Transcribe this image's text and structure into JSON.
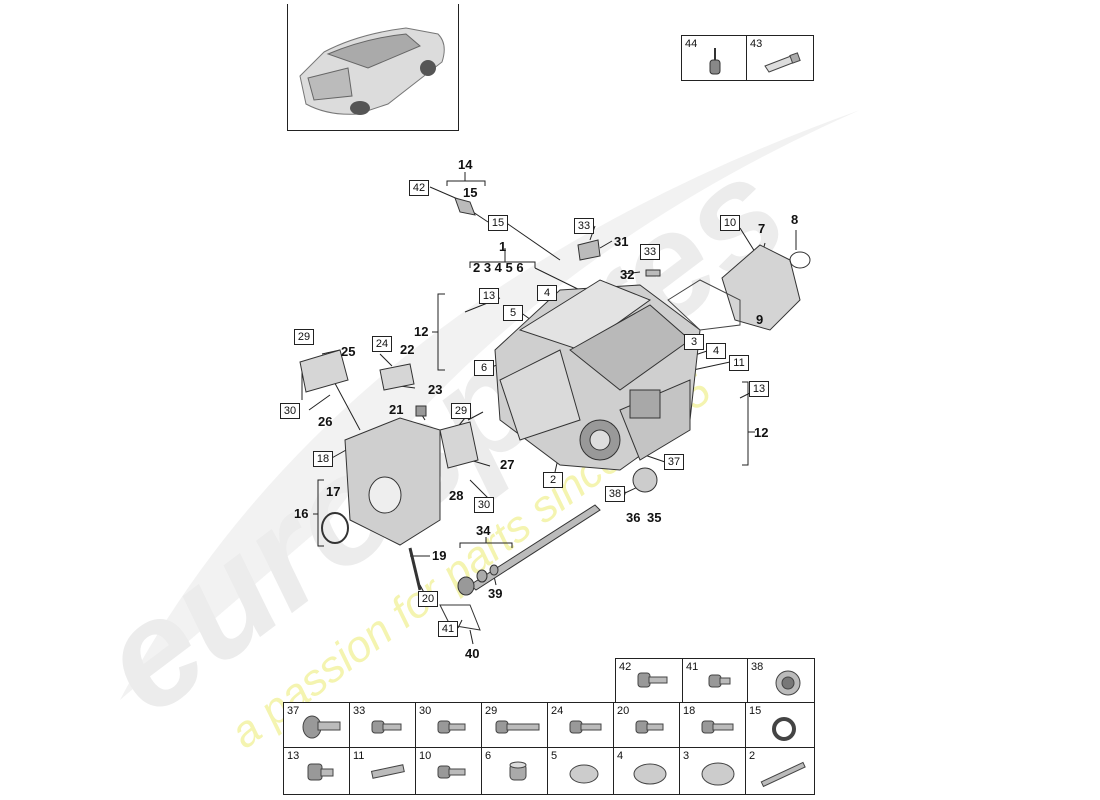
{
  "watermark": {
    "brand_text": "eurospares",
    "tagline": "a passion for parts since 1985",
    "brand_color": "#e6e6e6",
    "tagline_color": "#f3f3a8"
  },
  "accessory_table": [
    {
      "num": "44",
      "icon": "tool-icon"
    },
    {
      "num": "43",
      "icon": "sealant-tube-icon"
    }
  ],
  "callouts": {
    "c14": "14",
    "c15": "15",
    "c42": "42",
    "c15b": "15",
    "c1": "1",
    "c1sub": "2 3 4 5 6",
    "c33a": "33",
    "c31": "31",
    "c33b": "33",
    "c32": "32",
    "c10": "10",
    "c7": "7",
    "c8": "8",
    "c9": "9",
    "c4a": "4",
    "c13a": "13",
    "c5": "5",
    "c12a": "12",
    "c6": "6",
    "c3": "3",
    "c4b": "4",
    "c11": "11",
    "c13b": "13",
    "c12b": "12",
    "c29a": "29",
    "c25": "25",
    "c24": "24",
    "c22": "22",
    "c23": "23",
    "c30a": "30",
    "c26": "26",
    "c21": "21",
    "c29b": "29",
    "c18": "18",
    "c27": "27",
    "c28": "28",
    "c30b": "30",
    "c2": "2",
    "c37": "37",
    "c38": "38",
    "c36": "36",
    "c35": "35",
    "c17": "17",
    "c16": "16",
    "c19": "19",
    "c34": "34",
    "c39": "39",
    "c20": "20",
    "c41": "41",
    "c40": "40"
  },
  "parts_table": {
    "row1": [
      {
        "num": "42",
        "icon": "bolt-icon"
      },
      {
        "num": "41",
        "icon": "short-bolt-icon"
      },
      {
        "num": "38",
        "icon": "bushing-icon"
      }
    ],
    "row2": [
      {
        "num": "37",
        "icon": "flange-bolt-icon"
      },
      {
        "num": "33",
        "icon": "bolt-icon"
      },
      {
        "num": "30",
        "icon": "bolt-icon"
      },
      {
        "num": "29",
        "icon": "long-bolt-icon"
      },
      {
        "num": "24",
        "icon": "bolt-icon"
      },
      {
        "num": "20",
        "icon": "bolt-icon"
      },
      {
        "num": "18",
        "icon": "bolt-icon"
      },
      {
        "num": "15",
        "icon": "seal-ring-icon"
      }
    ],
    "row3": [
      {
        "num": "13",
        "icon": "socket-bolt-icon"
      },
      {
        "num": "11",
        "icon": "stud-icon"
      },
      {
        "num": "10",
        "icon": "bolt-icon"
      },
      {
        "num": "6",
        "icon": "sleeve-icon"
      },
      {
        "num": "5",
        "icon": "cap-plug-icon"
      },
      {
        "num": "4",
        "icon": "cap-plug-icon"
      },
      {
        "num": "3",
        "icon": "cap-plug-icon"
      },
      {
        "num": "2",
        "icon": "long-stud-icon"
      }
    ]
  }
}
